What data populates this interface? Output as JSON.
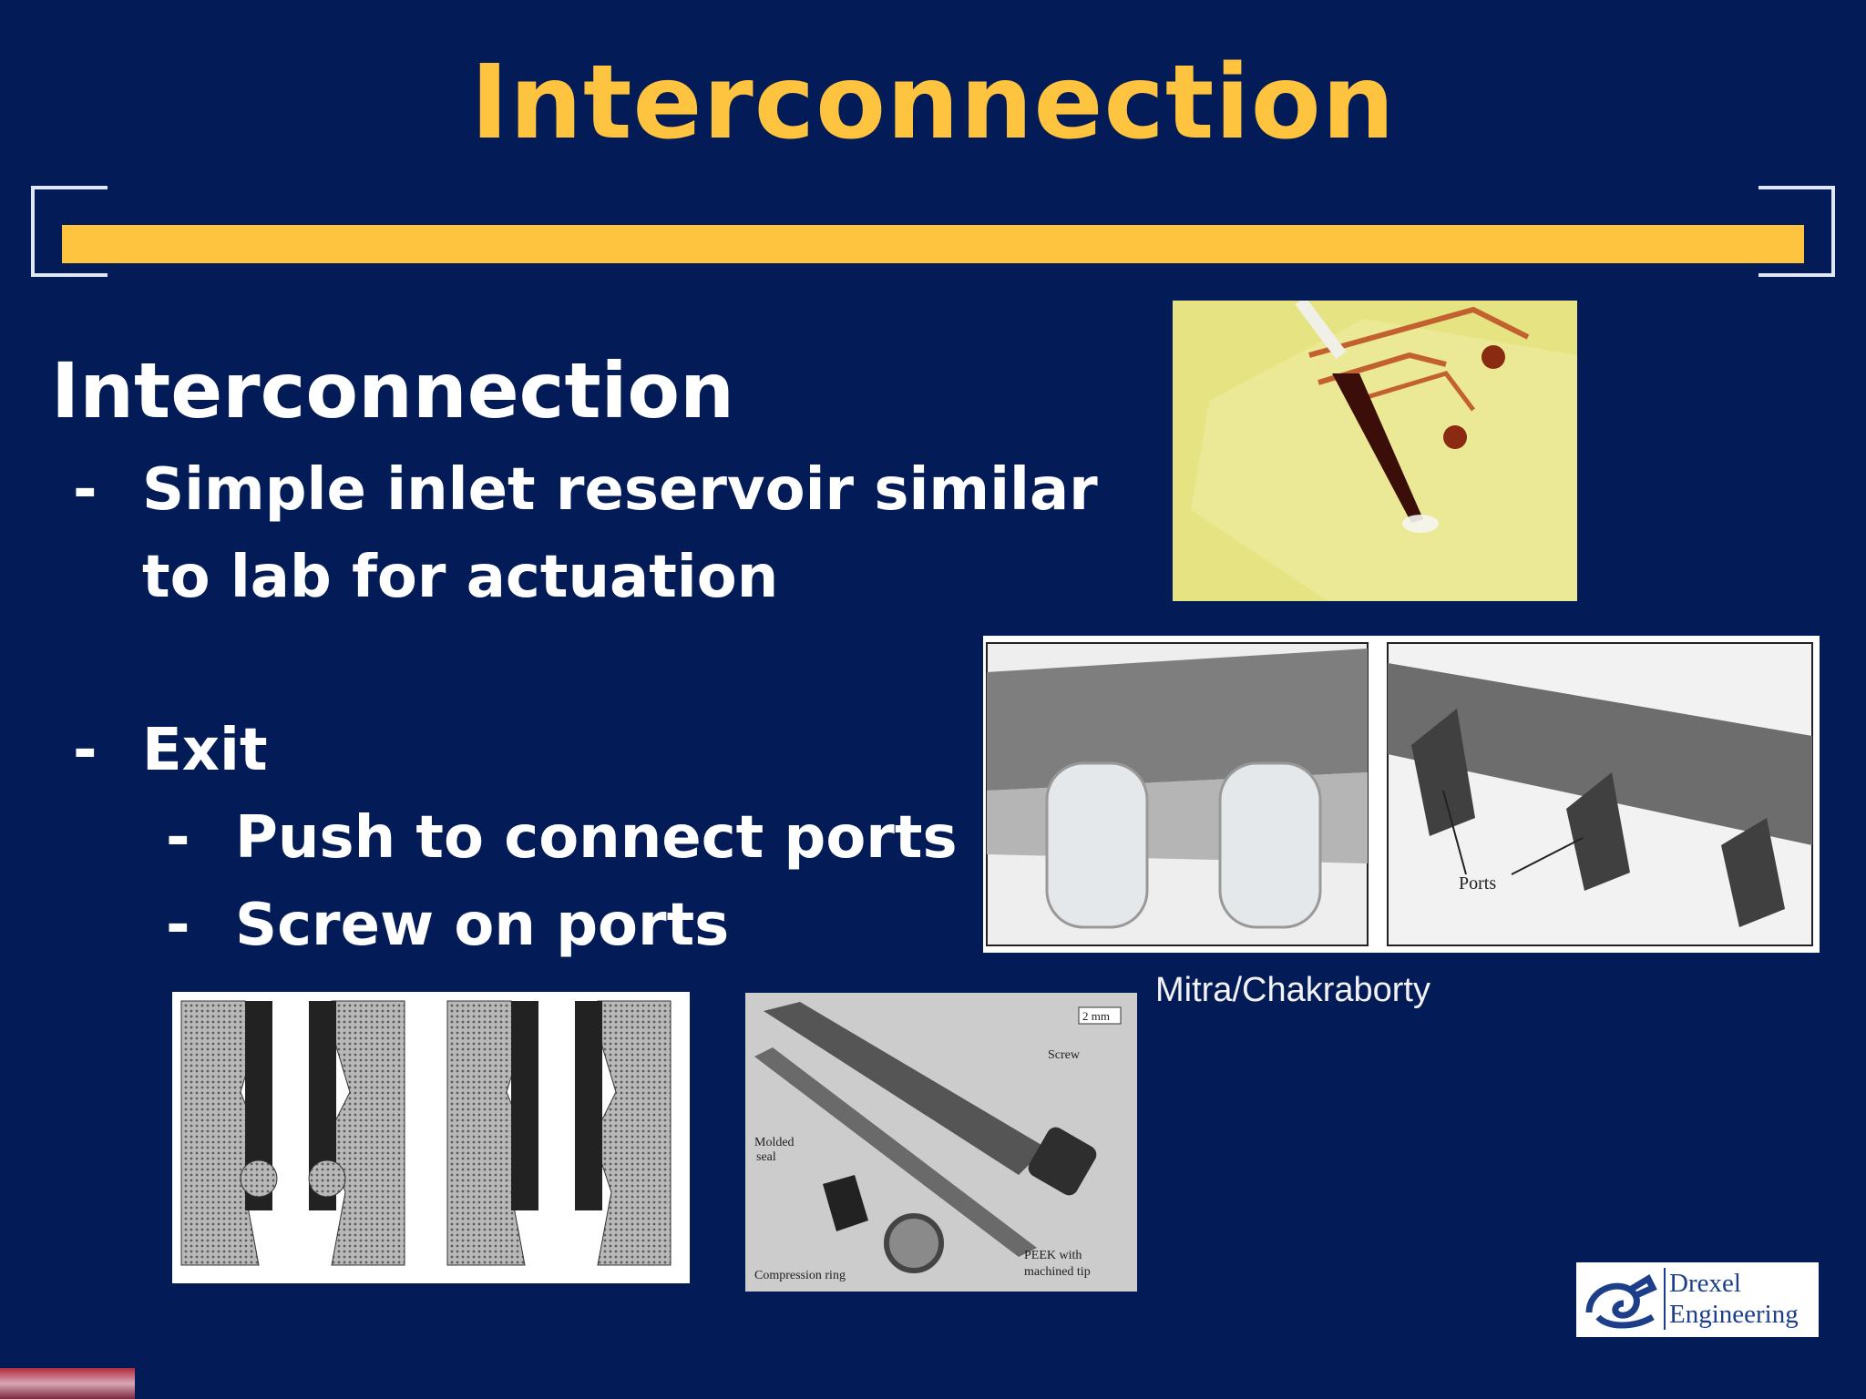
{
  "slide": {
    "title": "Interconnection",
    "heading": "Interconnection",
    "bullets": {
      "b1_dash": "-",
      "b1_line1": "Simple inlet reservoir similar",
      "b1_line2": "to lab for actuation",
      "b2_dash": "-",
      "b2_text": "Exit",
      "b3_dash": "-",
      "b3_text": "Push to connect ports",
      "b4_dash": "-",
      "b4_text": "Screw on ports"
    },
    "figure_labels": {
      "ports": "Ports",
      "scale": "2 mm",
      "screw": "Screw",
      "molded_seal_1": "Molded",
      "molded_seal_2": "seal",
      "compression_ring": "Compression ring",
      "peek_1": "PEEK with",
      "peek_2": "machined tip"
    },
    "credit": "Mitra/Chakraborty",
    "logo": {
      "line1": "Drexel",
      "line2": "Engineering"
    },
    "colors": {
      "background": "#031c57",
      "accent": "#fec43f",
      "text": "#ffffff"
    }
  }
}
